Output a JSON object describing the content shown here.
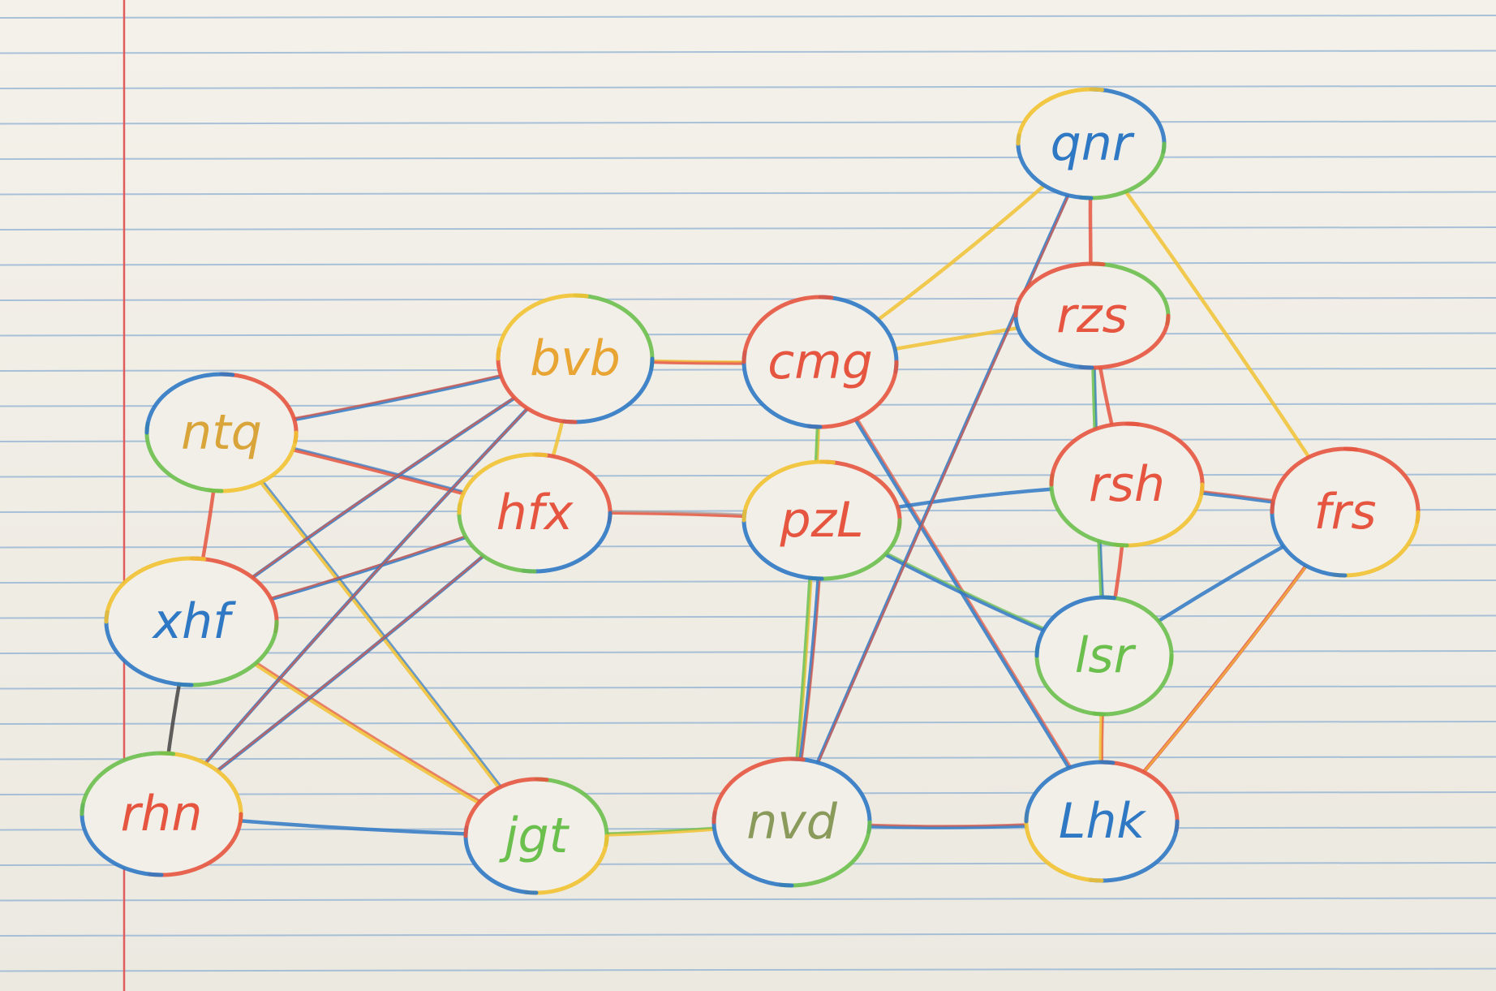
{
  "diagram": {
    "type": "undirected-graph",
    "medium": "colored pencil on ruled notebook paper",
    "nodes": [
      {
        "id": "ntq",
        "label": "ntq",
        "text_color": "#d9a53a",
        "outline": [
          "#e5553f",
          "#f1c232",
          "#6bbf4d",
          "#2f78c4"
        ]
      },
      {
        "id": "xhf",
        "label": "xhf",
        "text_color": "#2f78c4",
        "outline": [
          "#e5553f",
          "#6bbf4d",
          "#2f78c4",
          "#f1c232"
        ]
      },
      {
        "id": "rhn",
        "label": "rhn",
        "text_color": "#e5553f",
        "outline": [
          "#f1c232",
          "#e5553f",
          "#2f78c4",
          "#6bbf4d"
        ]
      },
      {
        "id": "bvb",
        "label": "bvb",
        "text_color": "#e8a534",
        "outline": [
          "#6bbf4d",
          "#2f78c4",
          "#e5553f",
          "#f1c232"
        ]
      },
      {
        "id": "hfx",
        "label": "hfx",
        "text_color": "#e5553f",
        "outline": [
          "#e5553f",
          "#2f78c4",
          "#6bbf4d",
          "#f1c232"
        ]
      },
      {
        "id": "jgt",
        "label": "jgt",
        "text_color": "#6bbf4d",
        "outline": [
          "#6bbf4d",
          "#f1c232",
          "#2f78c4",
          "#e5553f"
        ]
      },
      {
        "id": "cmg",
        "label": "cmg",
        "text_color": "#e5553f",
        "outline": [
          "#2f78c4",
          "#e5553f",
          "#2f78c4",
          "#e5553f"
        ]
      },
      {
        "id": "pzl",
        "label": "pzL",
        "text_color": "#e5553f",
        "outline": [
          "#e5553f",
          "#6bbf4d",
          "#2f78c4",
          "#f1c232"
        ]
      },
      {
        "id": "nvd",
        "label": "nvd",
        "text_color": "#8a9a5b",
        "outline": [
          "#2f78c4",
          "#6bbf4d",
          "#2f78c4",
          "#e5553f"
        ]
      },
      {
        "id": "qnr",
        "label": "qnr",
        "text_color": "#2f78c4",
        "outline": [
          "#2f78c4",
          "#6bbf4d",
          "#2f78c4",
          "#f1c232"
        ]
      },
      {
        "id": "rzs",
        "label": "rzs",
        "text_color": "#e5553f",
        "outline": [
          "#6bbf4d",
          "#e5553f",
          "#2f78c4",
          "#e5553f"
        ]
      },
      {
        "id": "rsh",
        "label": "rsh",
        "text_color": "#e5553f",
        "outline": [
          "#e5553f",
          "#f1c232",
          "#6bbf4d",
          "#e5553f"
        ]
      },
      {
        "id": "lsr",
        "label": "lsr",
        "text_color": "#6bbf4d",
        "outline": [
          "#6bbf4d",
          "#6bbf4d",
          "#6bbf4d",
          "#2f78c4"
        ]
      },
      {
        "id": "lhk",
        "label": "Lhk",
        "text_color": "#2f78c4",
        "outline": [
          "#e5553f",
          "#2f78c4",
          "#f1c232",
          "#2f78c4"
        ]
      },
      {
        "id": "frs",
        "label": "frs",
        "text_color": "#e5553f",
        "outline": [
          "#e5553f",
          "#f1c232",
          "#2f78c4",
          "#e5553f"
        ]
      }
    ],
    "edges": [
      {
        "source": "ntq",
        "target": "bvb",
        "colors": [
          "#2f78c4",
          "#e5553f"
        ]
      },
      {
        "source": "ntq",
        "target": "hfx",
        "colors": [
          "#e5553f",
          "#2f78c4"
        ]
      },
      {
        "source": "ntq",
        "target": "xhf",
        "colors": [
          "#e5553f"
        ]
      },
      {
        "source": "ntq",
        "target": "jgt",
        "colors": [
          "#f1c232",
          "#2f78c4"
        ]
      },
      {
        "source": "xhf",
        "target": "bvb",
        "colors": [
          "#2f78c4",
          "#e5553f"
        ]
      },
      {
        "source": "xhf",
        "target": "hfx",
        "colors": [
          "#2f78c4",
          "#e5553f"
        ]
      },
      {
        "source": "xhf",
        "target": "rhn",
        "colors": [
          "#444444"
        ]
      },
      {
        "source": "xhf",
        "target": "jgt",
        "colors": [
          "#f1c232",
          "#e5553f"
        ]
      },
      {
        "source": "rhn",
        "target": "bvb",
        "colors": [
          "#2f78c4",
          "#e5553f"
        ]
      },
      {
        "source": "rhn",
        "target": "hfx",
        "colors": [
          "#2f78c4",
          "#e5553f"
        ]
      },
      {
        "source": "rhn",
        "target": "jgt",
        "colors": [
          "#2f78c4"
        ]
      },
      {
        "source": "bvb",
        "target": "hfx",
        "colors": [
          "#f1c232"
        ]
      },
      {
        "source": "bvb",
        "target": "cmg",
        "colors": [
          "#e5553f",
          "#f1c232"
        ]
      },
      {
        "source": "hfx",
        "target": "pzl",
        "colors": [
          "#e5553f",
          "#aaaaaa"
        ]
      },
      {
        "source": "jgt",
        "target": "nvd",
        "colors": [
          "#f1c232",
          "#6bbf4d"
        ]
      },
      {
        "source": "cmg",
        "target": "qnr",
        "colors": [
          "#f1c232"
        ]
      },
      {
        "source": "cmg",
        "target": "rzs",
        "colors": [
          "#f1c232"
        ]
      },
      {
        "source": "cmg",
        "target": "nvd",
        "colors": [
          "#6bbf4d",
          "#f1c232"
        ]
      },
      {
        "source": "cmg",
        "target": "lhk",
        "colors": [
          "#2f78c4",
          "#e5553f"
        ]
      },
      {
        "source": "pzl",
        "target": "nvd",
        "colors": [
          "#2f78c4",
          "#e5553f"
        ]
      },
      {
        "source": "pzl",
        "target": "rsh",
        "colors": [
          "#2f78c4"
        ]
      },
      {
        "source": "pzl",
        "target": "lsr",
        "colors": [
          "#2f78c4",
          "#6bbf4d"
        ]
      },
      {
        "source": "nvd",
        "target": "qnr",
        "colors": [
          "#2f78c4",
          "#e5553f"
        ]
      },
      {
        "source": "nvd",
        "target": "lhk",
        "colors": [
          "#2f78c4",
          "#e5553f"
        ]
      },
      {
        "source": "qnr",
        "target": "rzs",
        "colors": [
          "#e5553f"
        ]
      },
      {
        "source": "qnr",
        "target": "frs",
        "colors": [
          "#f1c232"
        ]
      },
      {
        "source": "rzs",
        "target": "rsh",
        "colors": [
          "#e5553f"
        ]
      },
      {
        "source": "rzs",
        "target": "lsr",
        "colors": [
          "#6bbf4d",
          "#2f78c4"
        ]
      },
      {
        "source": "rsh",
        "target": "frs",
        "colors": [
          "#2f78c4",
          "#e5553f"
        ]
      },
      {
        "source": "rsh",
        "target": "lsr",
        "colors": [
          "#e5553f"
        ]
      },
      {
        "source": "lsr",
        "target": "lhk",
        "colors": [
          "#f1c232",
          "#e5553f"
        ]
      },
      {
        "source": "lsr",
        "target": "frs",
        "colors": [
          "#2f78c4"
        ]
      },
      {
        "source": "lhk",
        "target": "frs",
        "colors": [
          "#e5553f",
          "#f1c232"
        ]
      }
    ]
  }
}
